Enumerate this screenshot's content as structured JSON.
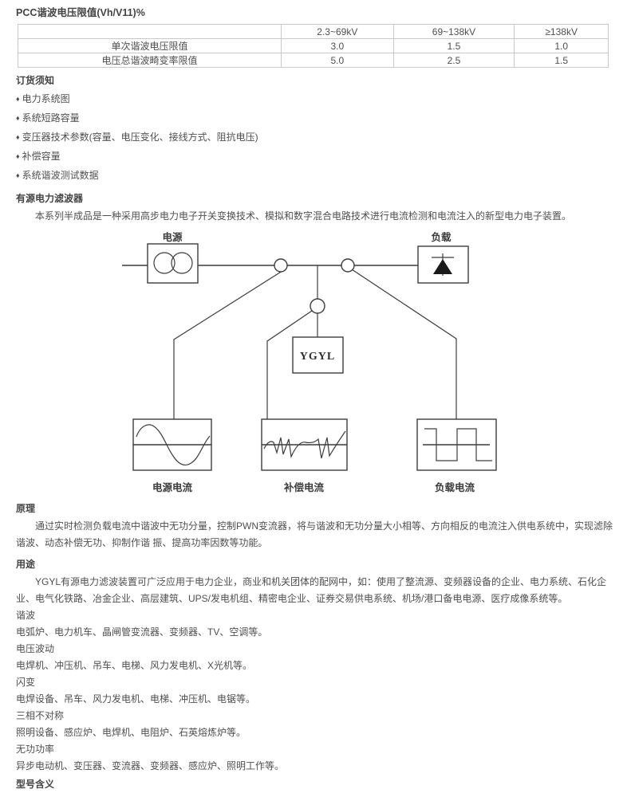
{
  "page_title": "PCC谐波电压限值(Vh/V11)%",
  "table": {
    "headers": [
      "",
      "2.3~69kV",
      "69~138kV",
      "≥138kV"
    ],
    "rows": [
      {
        "label": "单次谐波电压限值",
        "values": [
          "3.0",
          "1.5",
          "1.0"
        ]
      },
      {
        "label": "电压总谐波畸变率限值",
        "values": [
          "5.0",
          "2.5",
          "1.5"
        ]
      }
    ]
  },
  "order_notice": {
    "heading": "订货须知",
    "bullet": "♦",
    "items": [
      "电力系统图",
      "系统短路容量",
      "变压器技术参数(容量、电压变化、接线方式、阻抗电压)",
      "补偿容量",
      "系统谐波测试数据"
    ]
  },
  "apf": {
    "heading": "有源电力滤波器",
    "intro": "本系列半成品是一种采用高步电力电子开关变换技术、模拟和数字混合电路技术进行电流检测和电流注入的新型电力电子装置。"
  },
  "diagram": {
    "source_label": "电源",
    "load_label": "负载",
    "device_label": "YGYL",
    "source_current_label": "电源电流",
    "compensation_current_label": "补偿电流",
    "load_current_label": "负载电流"
  },
  "principle": {
    "heading": "原理",
    "text": "通过实时检测负载电流中谐波中无功分量，控制PWN变流器，将与谐波和无功分量大小相等、方向相反的电流注入供电系统中，实现滤除谐波、动态补偿无功、抑制作谐 振、提高功率因数等功能。"
  },
  "application": {
    "heading": "用途",
    "text": "YGYL有源电力滤波装置可广泛应用于电力企业，商业和机关团体的配网中，如：使用了整流源、变频器设备的企业、电力系统、石化企业、电气化铁路、冶金企业、高层建筑、UPS/发电机组、精密电企业、证券交易供电系统、机场/港口备电电源、医疗成像系统等。"
  },
  "categories": [
    {
      "label": "谐波",
      "text": "电弧炉、电力机车、晶闸管变流器、变频器、TV、空调等。"
    },
    {
      "label": "电压波动",
      "text": "电焊机、冲压机、吊车、电梯、风力发电机、X光机等。"
    },
    {
      "label": "闪变",
      "text": "电焊设备、吊车、风力发电机、电梯、冲压机、电锯等。"
    },
    {
      "label": "三相不对称",
      "text": "照明设备、感应炉、电焊机、电阻炉、石英熔炼炉等。"
    },
    {
      "label": "无功功率",
      "text": "异步电动机、变压器、变流器、变频器、感应炉、照明工作等。"
    }
  ],
  "model_meaning": {
    "heading": "型号含义"
  }
}
